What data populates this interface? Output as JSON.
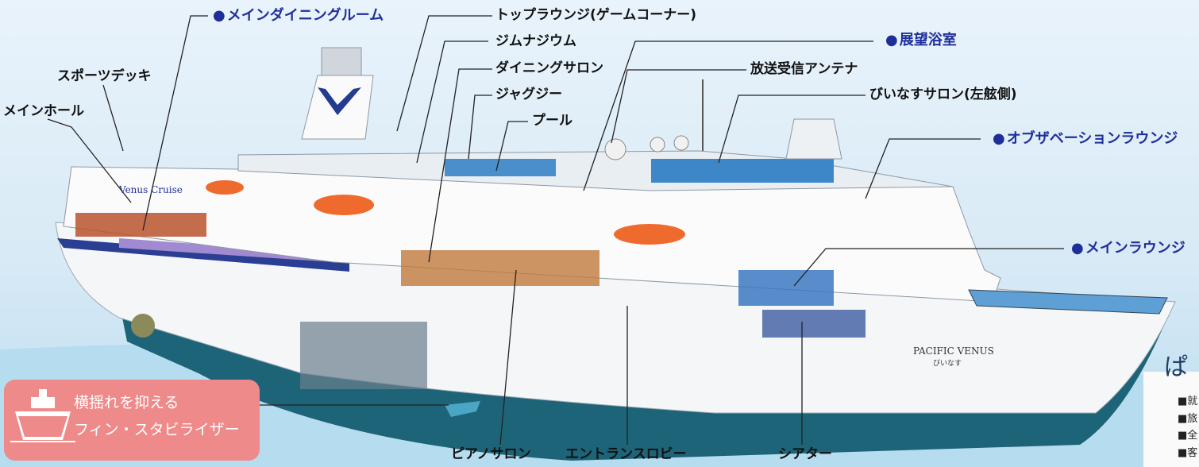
{
  "labels": {
    "main_dining": "メインダイニングルーム",
    "top_lounge": "トップラウンジ(ゲームコーナー)",
    "gym": "ジムナジウム",
    "dining_salon": "ダイニングサロン",
    "observation_bath": "展望浴室",
    "sports_deck": "スポーツデッキ",
    "jacuzzi": "ジャグジー",
    "broadcast_antenna": "放送受信アンテナ",
    "venus_salon": "びいなすサロン(左舷側)",
    "main_hall": "メインホール",
    "pool": "プール",
    "observation_lounge": "オブザベーションラウンジ",
    "main_lounge": "メインラウンジ",
    "piano_salon": "ピアノサロン",
    "entrance_lobby": "エントランスロビー",
    "theater": "シアター"
  },
  "fin_stabilizer": {
    "line1": "横揺れを抑える",
    "line2": "フィン・スタビライザー"
  },
  "ship_name": "PACIFIC VENUS",
  "ship_name_jp": "びいなす",
  "funnel_text": "Venus Cruise",
  "side_heading": "ぱ",
  "side_bullets": [
    "■就",
    "■旅",
    "■全",
    "■客"
  ],
  "colors": {
    "hull_teal": "#1d6478",
    "hull_white": "#f4f6f8",
    "sea": "#bfe0f0",
    "accent_blue": "#1f2f9a",
    "fin_box": "#ef8a8a"
  }
}
